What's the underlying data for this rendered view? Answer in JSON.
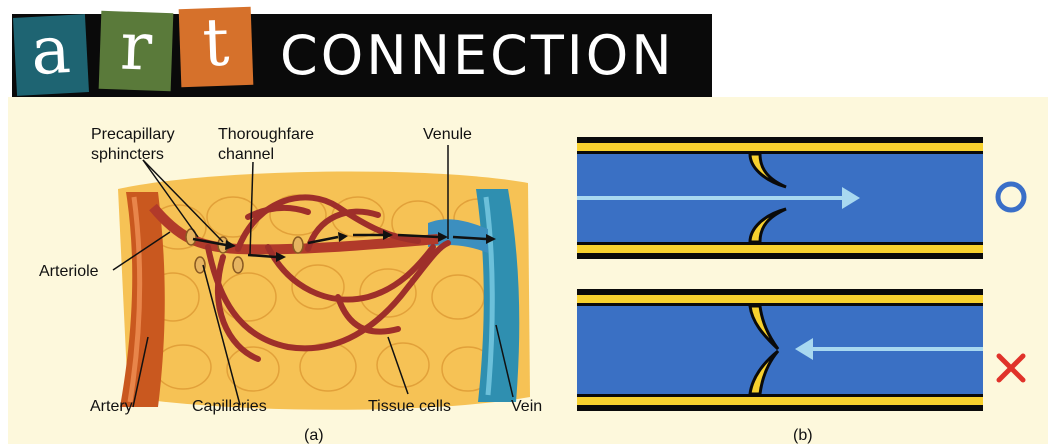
{
  "banner": {
    "letters": [
      "a",
      "r",
      "t"
    ],
    "word": "CONNECTION"
  },
  "figure_a": {
    "labels": {
      "precapillary_1": "Precapillary",
      "precapillary_2": "sphincters",
      "thoroughfare_1": "Thoroughfare",
      "thoroughfare_2": "channel",
      "venule": "Venule",
      "arteriole": "Arteriole",
      "artery": "Artery",
      "capillaries": "Capillaries",
      "tissue_cells": "Tissue cells",
      "vein": "Vein"
    },
    "caption": "(a)"
  },
  "figure_b": {
    "caption": "(b)",
    "colors": {
      "vessel": "#3a70c4",
      "wall": "#f7d12e",
      "arrow": "#a8d8f0",
      "check": "#3a6fc8",
      "cross": "#e0322a"
    }
  }
}
